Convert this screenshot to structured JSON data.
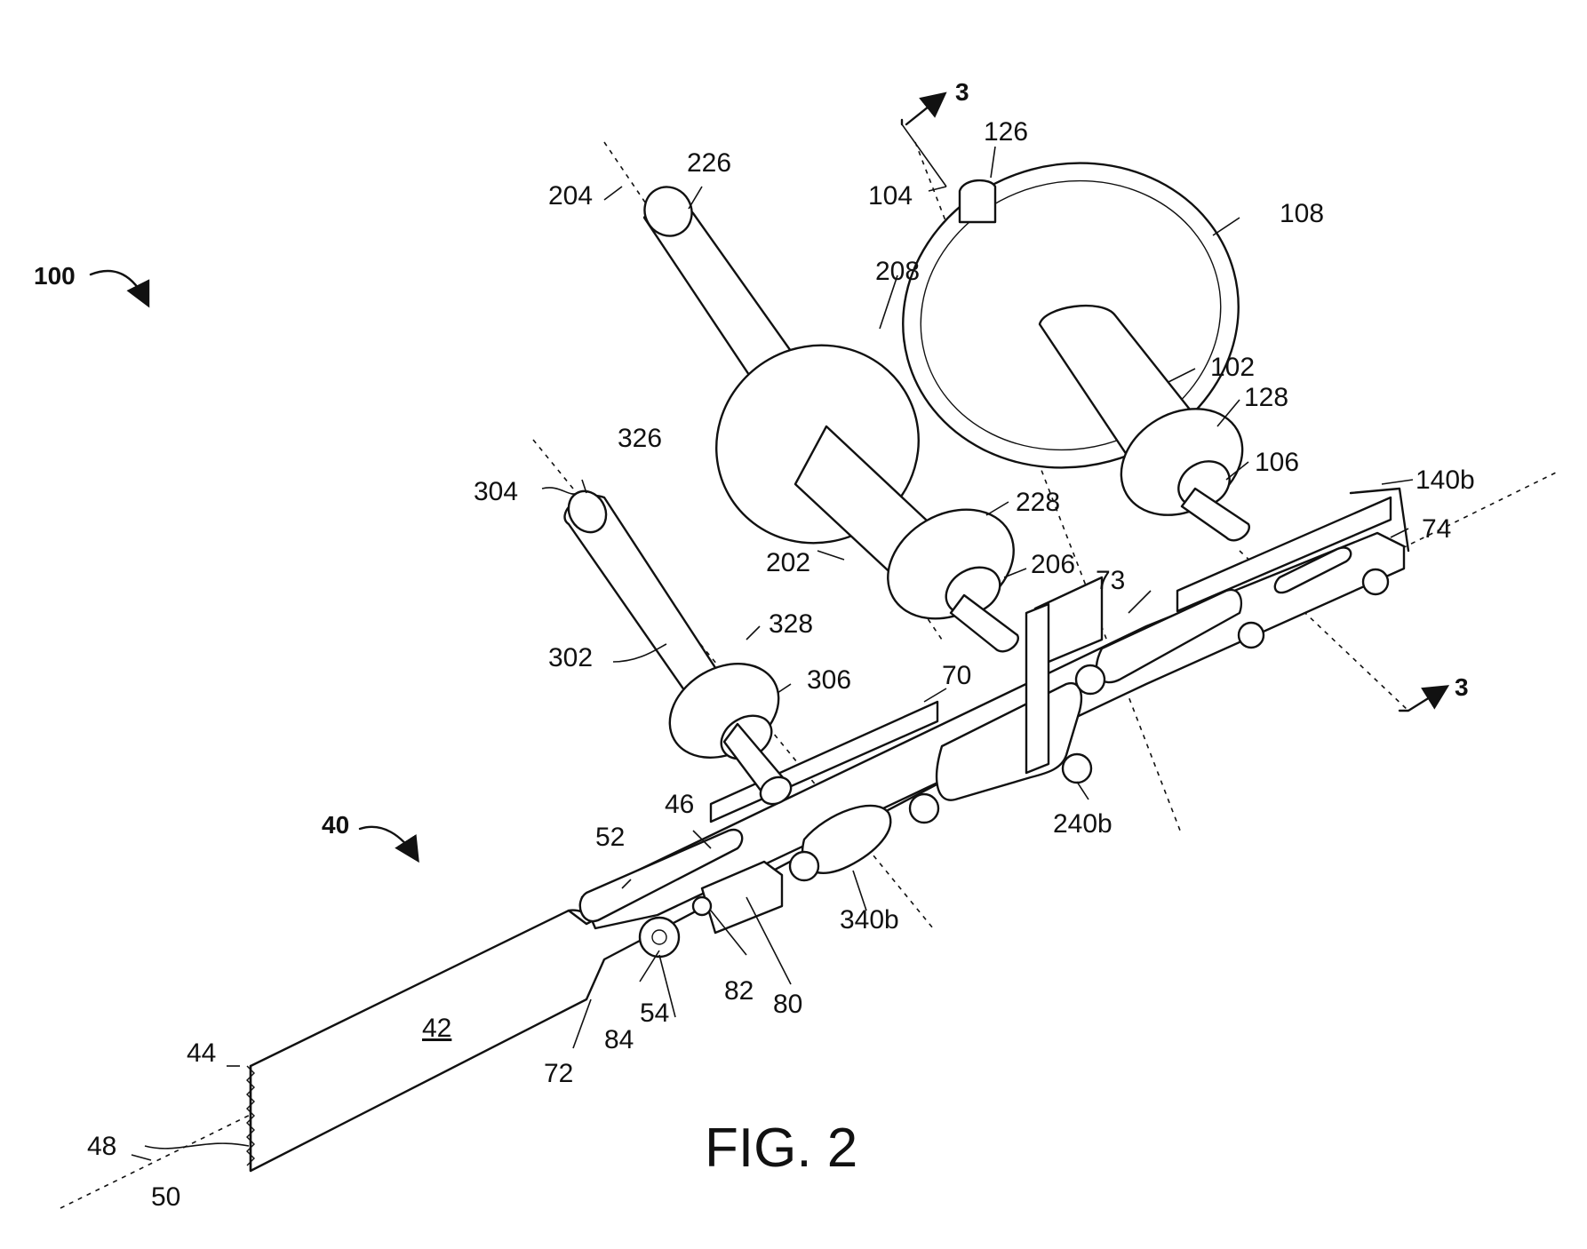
{
  "figure": {
    "caption": "FIG. 2",
    "assembly_label": "100",
    "subassembly_label": "40",
    "section_mark": "3"
  },
  "reference_numerals": {
    "axis_tool": "48",
    "tip_top": "44",
    "tip_bottom": "50",
    "blade": "42",
    "blade_edge": "72",
    "pivot_pin": "54",
    "pin_hole": "84",
    "slot": "82",
    "lever": "80",
    "arm": "52",
    "arm_top": "46",
    "frame": "70",
    "frame_window": "73",
    "frame_end": "74",
    "rail": "140b",
    "nut_lower": "240b",
    "nut_mid": "340b",
    "shaft3_axis": "304",
    "shaft3_top": "326",
    "shaft3_body": "302",
    "shaft3_flange": "328",
    "shaft3_thread": "306",
    "shaft2_axis": "204",
    "shaft2_top": "226",
    "gear_small": "208",
    "shaft2_body": "202",
    "shaft2_flange": "228",
    "shaft2_thread": "206",
    "shaft1_axis": "104",
    "shaft1_top": "126",
    "gear_large": "108",
    "shaft1_body": "102",
    "shaft1_flange": "128",
    "shaft1_thread": "106"
  }
}
